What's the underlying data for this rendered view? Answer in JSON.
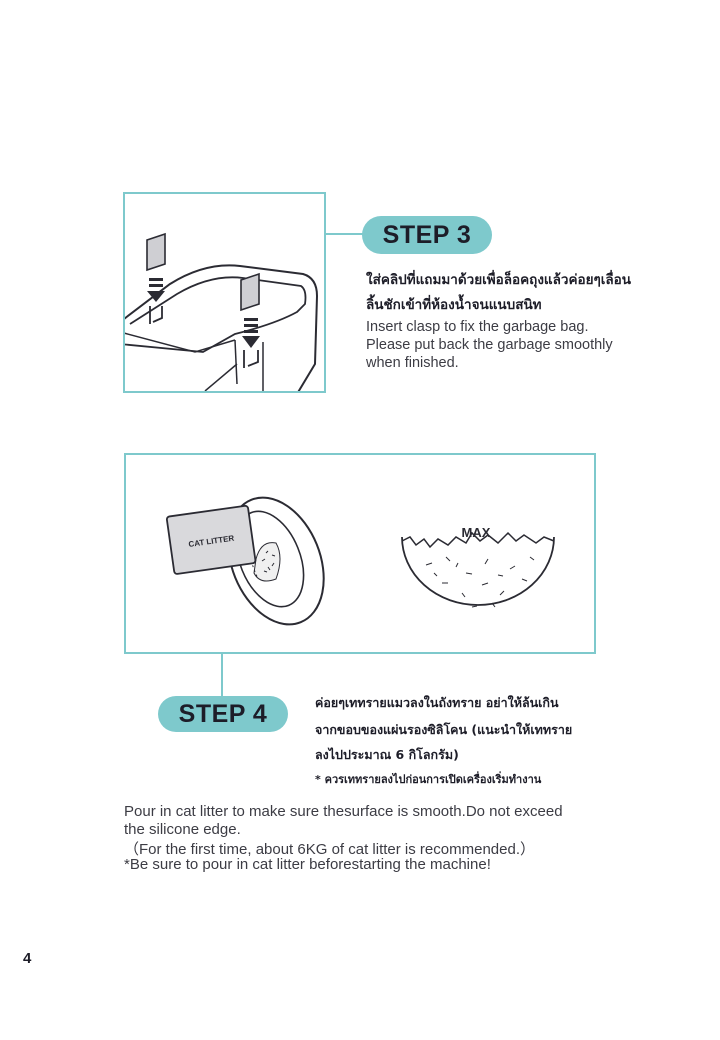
{
  "step3": {
    "label": "STEP 3",
    "thai_line1": "ใส่คลิปที่แถมมาด้วยเพื่อล็อคถุงแล้วค่อยๆเลื่อน",
    "thai_line2": "ลิ้นชักเข้าที่ห้องน้ำจนแนบสนิท",
    "en_line1": "Insert clasp to fix the garbage bag.",
    "en_line2": "Please put back the garbage smoothly",
    "en_line3": "when finished."
  },
  "step4": {
    "label": "STEP 4",
    "box_label": "CAT LITTER",
    "max_label": "MAX",
    "thai_line1": "ค่อยๆเททรายแมวลงในถังทราย  อย่าให้ล้นเกิน",
    "thai_line2": "จากขอบของแผ่นรองซิลิโคน  (แนะนำให้เททราย",
    "thai_line3": "ลงไปประมาณ 6 กิโลกรัม)",
    "thai_note": "* ควรเททรายลงไปก่อนการเปิดเครื่องเริ่มทำงาน",
    "en_line1": "Pour in cat litter to make sure thesurface is smooth.Do not exceed",
    "en_line2": "the silicone edge.",
    "en_line3": "（For the first time, about 6KG of cat litter is recommended.）",
    "en_line4": "*Be sure to pour in cat litter beforestarting the machine!"
  },
  "page_number": "4",
  "colors": {
    "accent": "#7ec9cc",
    "ink": "#2b2b33"
  }
}
